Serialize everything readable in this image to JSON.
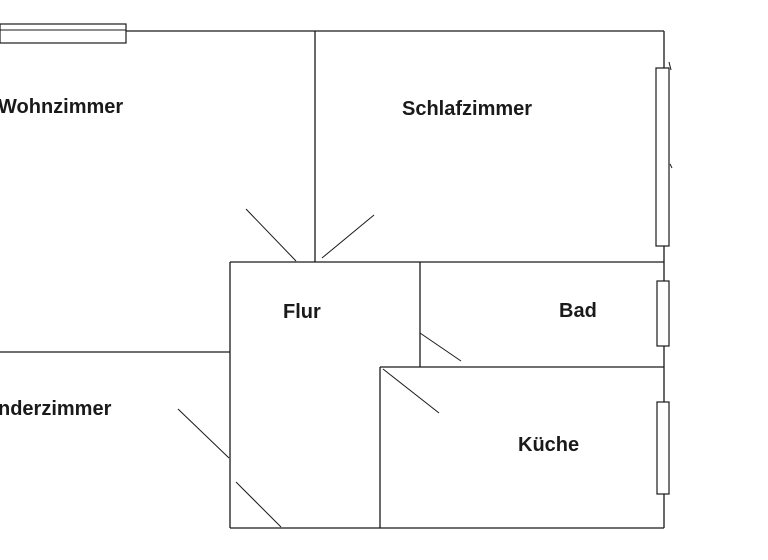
{
  "floor_plan": {
    "rooms": {
      "wohnzimmer": "Wohnzimmer",
      "schlafzimmer": "Schlafzimmer",
      "flur": "Flur",
      "bad": "Bad",
      "kinderzimmer": "nderzimmer",
      "kueche": "Küche"
    },
    "colors": {
      "line": "#1a1a1a",
      "background": "#ffffff"
    }
  }
}
